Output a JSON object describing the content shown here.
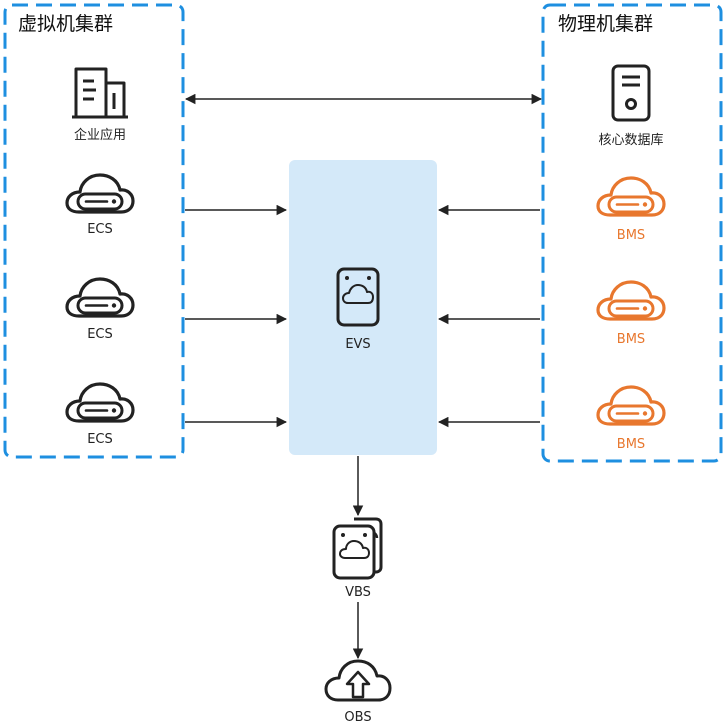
{
  "clusters": {
    "virtual": {
      "title": "虚拟机集群"
    },
    "physical": {
      "title": "物理机集群"
    }
  },
  "nodes": {
    "enterprise_app": {
      "label": "企业应用",
      "icon": "building-icon"
    },
    "ecs": [
      {
        "label": "ECS",
        "icon": "cloud-server-icon"
      },
      {
        "label": "ECS",
        "icon": "cloud-server-icon"
      },
      {
        "label": "ECS",
        "icon": "cloud-server-icon"
      }
    ],
    "core_db": {
      "label": "核心数据库",
      "icon": "server-tower-icon"
    },
    "bms": [
      {
        "label": "BMS",
        "icon": "cloud-server-icon"
      },
      {
        "label": "BMS",
        "icon": "cloud-server-icon"
      },
      {
        "label": "BMS",
        "icon": "cloud-server-icon"
      }
    ],
    "evs": {
      "label": "EVS",
      "icon": "cloud-disk-icon"
    },
    "vbs": {
      "label": "VBS",
      "icon": "disk-stack-icon"
    },
    "obs": {
      "label": "OBS",
      "icon": "cloud-upload-icon"
    }
  },
  "colors": {
    "cluster_border": "#1e8fe0",
    "evs_fill": "#d4e9f9",
    "bms_accent": "#e8772e",
    "line": "#222222"
  }
}
